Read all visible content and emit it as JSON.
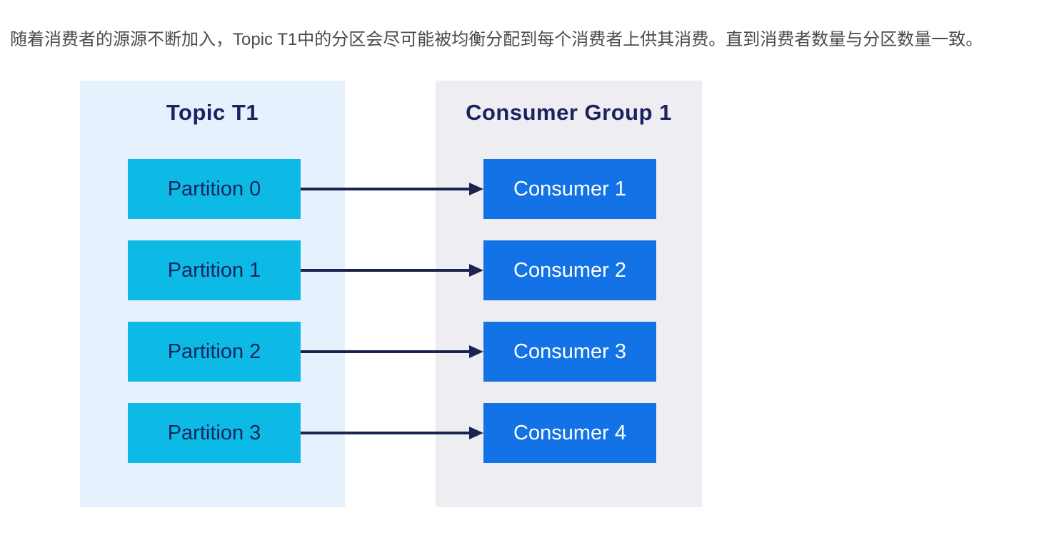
{
  "intro_text": "随着消费者的源源不断加入，Topic T1中的分区会尽可能被均衡分配到每个消费者上供其消费。直到消费者数量与分区数量一致。",
  "diagram": {
    "topic_panel": {
      "title": "Topic T1",
      "partitions": [
        "Partition 0",
        "Partition 1",
        "Partition 2",
        "Partition 3"
      ]
    },
    "consumer_panel": {
      "title": "Consumer Group 1",
      "consumers": [
        "Consumer 1",
        "Consumer 2",
        "Consumer 3",
        "Consumer 4"
      ]
    },
    "arrows": [
      {
        "from": "Partition 0",
        "to": "Consumer 1"
      },
      {
        "from": "Partition 1",
        "to": "Consumer 2"
      },
      {
        "from": "Partition 2",
        "to": "Consumer 3"
      },
      {
        "from": "Partition 3",
        "to": "Consumer 4"
      }
    ],
    "colors": {
      "topic_panel_bg": "#e7f1fe",
      "consumer_panel_bg": "#eeedf2",
      "partition_box_bg": "#0dbae6",
      "consumer_box_bg": "#1373e6",
      "title_text": "#1b2161",
      "partition_text": "#13265c",
      "consumer_text": "#ffffff",
      "arrow": "#1b2450",
      "intro_text_color": "#4b4b4b"
    }
  }
}
